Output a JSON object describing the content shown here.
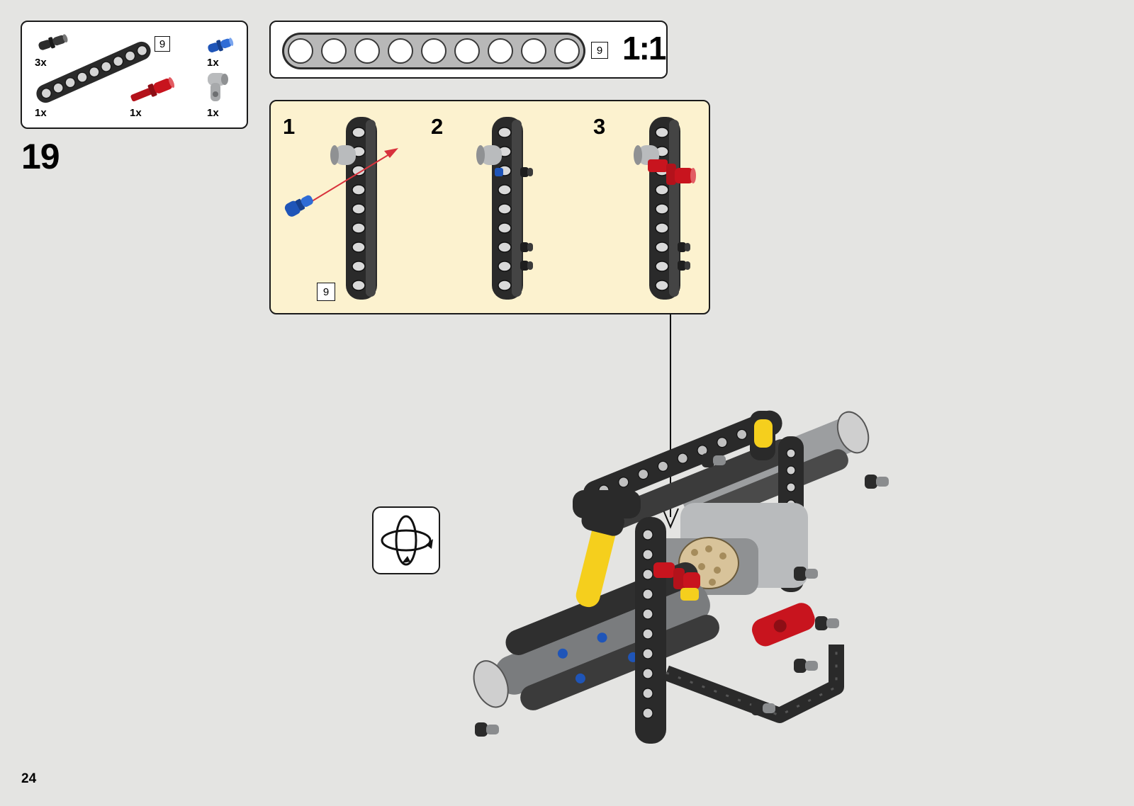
{
  "step": {
    "number": "19"
  },
  "page": {
    "number": "24"
  },
  "parts": [
    {
      "name": "pin-with-friction",
      "quantity": "3x",
      "color": "#2a2a2a"
    },
    {
      "name": "beam-9",
      "quantity": "1x",
      "color": "#2a2a2a",
      "length": "9"
    },
    {
      "name": "axle-pin-red",
      "quantity": "1x",
      "color": "#c8141e"
    },
    {
      "name": "pin-blue",
      "quantity": "1x",
      "color": "#1f55b8"
    },
    {
      "name": "angle-connector-gray",
      "quantity": "1x",
      "color": "#a7a9ab"
    }
  ],
  "scale_ruler": {
    "beam_length": "9",
    "scale": "1:1"
  },
  "substeps": [
    {
      "number": "1",
      "beam_length": "9"
    },
    {
      "number": "2"
    },
    {
      "number": "3"
    }
  ],
  "colors": {
    "background": "#e4e4e2",
    "substep_background": "#fcf2cf",
    "beam": "#2a2a2a",
    "red": "#c8141e",
    "blue": "#1f55b8",
    "light_gray": "#a7a9ab",
    "yellow": "#f5cf1d",
    "arrow_red": "#d8323c"
  },
  "icons": [
    "rotate-model-icon",
    "placement-arrow"
  ]
}
